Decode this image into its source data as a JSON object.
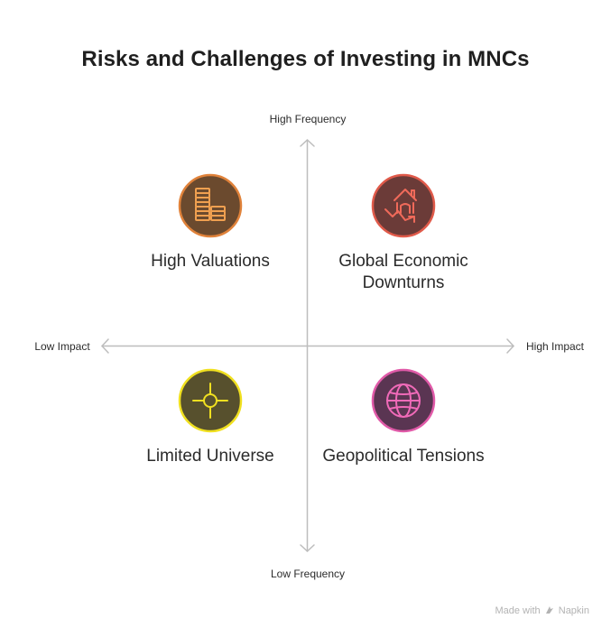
{
  "title": "Risks and Challenges of Investing in MNCs",
  "axes": {
    "top": "High Frequency",
    "bottom": "Low Frequency",
    "left": "Low Impact",
    "right": "High Impact"
  },
  "quadrants": [
    {
      "label": "High Valuations",
      "icon": "coin-stacks-icon",
      "fill": "#6b4a2e",
      "stroke": "#e0823a"
    },
    {
      "label": "Global Economic Downturns",
      "icon": "house-falling-icon",
      "fill": "#6b3b38",
      "stroke": "#e05a4a"
    },
    {
      "label": "Limited Universe",
      "icon": "crosshair-icon",
      "fill": "#57502d",
      "stroke": "#f0e020"
    },
    {
      "label": "Geopolitical Tensions",
      "icon": "globe-icon",
      "fill": "#5a3552",
      "stroke": "#e05aa8"
    }
  ],
  "footer": {
    "made_with": "Made with",
    "brand": "Napkin"
  }
}
